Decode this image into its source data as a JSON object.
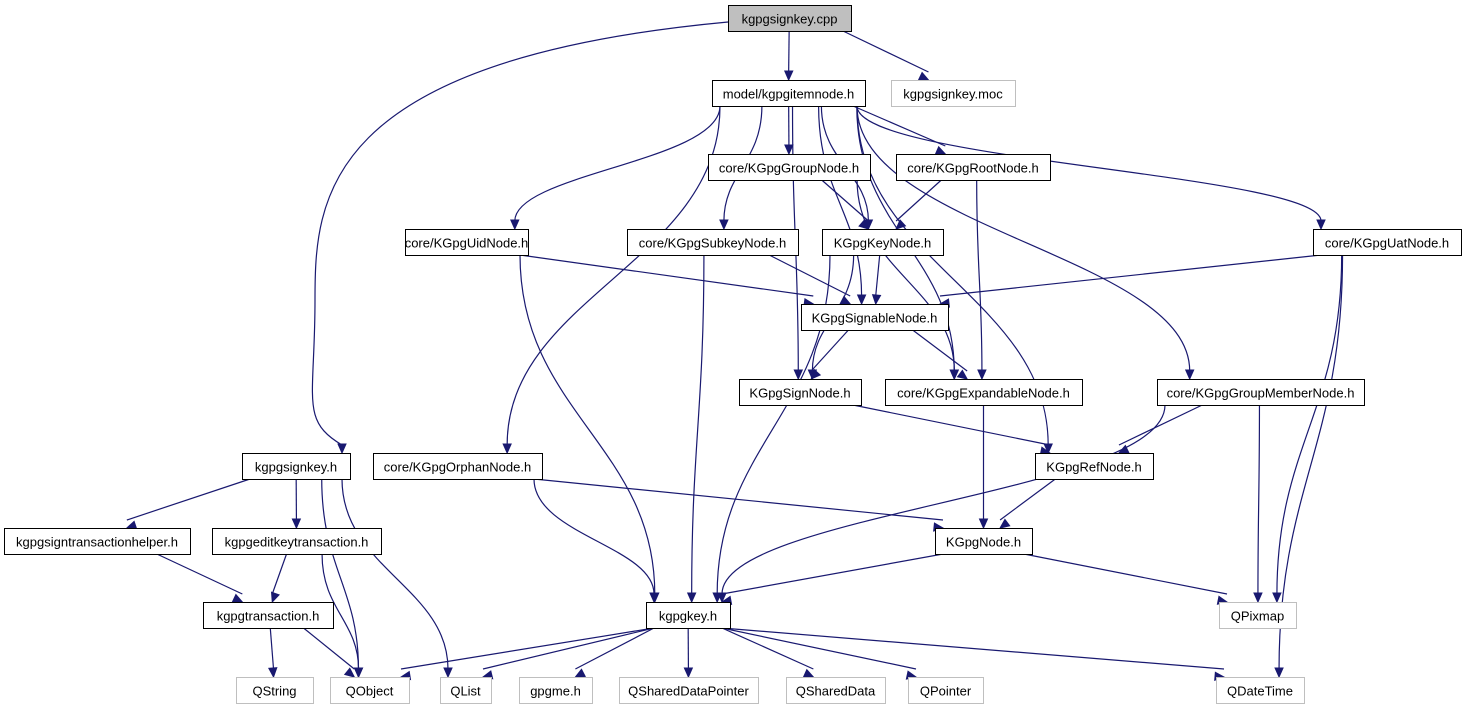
{
  "colors": {
    "edge": "#191970",
    "root_fill": "#bfbfbf",
    "external_border": "#bfbfbf",
    "node_border": "#000000"
  },
  "nodes": [
    {
      "id": "cpp",
      "label": "kgpgsignkey.cpp",
      "kind": "root"
    },
    {
      "id": "itemnode",
      "label": "model/kgpgitemnode.h",
      "kind": "local"
    },
    {
      "id": "moc",
      "label": "kgpgsignkey.moc",
      "kind": "external"
    },
    {
      "id": "groupnode",
      "label": "core/KGpgGroupNode.h",
      "kind": "local"
    },
    {
      "id": "rootnode",
      "label": "core/KGpgRootNode.h",
      "kind": "local"
    },
    {
      "id": "uidnode",
      "label": "core/KGpgUidNode.h",
      "kind": "local"
    },
    {
      "id": "subkeynode",
      "label": "core/KGpgSubkeyNode.h",
      "kind": "local"
    },
    {
      "id": "keynode",
      "label": "KGpgKeyNode.h",
      "kind": "local"
    },
    {
      "id": "uatnode",
      "label": "core/KGpgUatNode.h",
      "kind": "local"
    },
    {
      "id": "signablenode",
      "label": "KGpgSignableNode.h",
      "kind": "local"
    },
    {
      "id": "signnode",
      "label": "KGpgSignNode.h",
      "kind": "local"
    },
    {
      "id": "expandablenode",
      "label": "core/KGpgExpandableNode.h",
      "kind": "local"
    },
    {
      "id": "groupmembernode",
      "label": "core/KGpgGroupMemberNode.h",
      "kind": "local"
    },
    {
      "id": "signkeyh",
      "label": "kgpgsignkey.h",
      "kind": "local"
    },
    {
      "id": "orphannode",
      "label": "core/KGpgOrphanNode.h",
      "kind": "local"
    },
    {
      "id": "refnode",
      "label": "KGpgRefNode.h",
      "kind": "local"
    },
    {
      "id": "signhelper",
      "label": "kgpgsigntransactionhelper.h",
      "kind": "local"
    },
    {
      "id": "editkey",
      "label": "kgpgeditkeytransaction.h",
      "kind": "local"
    },
    {
      "id": "kgpgnode",
      "label": "KGpgNode.h",
      "kind": "local"
    },
    {
      "id": "transaction",
      "label": "kgpgtransaction.h",
      "kind": "local"
    },
    {
      "id": "kgpgkey",
      "label": "kgpgkey.h",
      "kind": "local"
    },
    {
      "id": "qpixmap",
      "label": "QPixmap",
      "kind": "external"
    },
    {
      "id": "qstring",
      "label": "QString",
      "kind": "external"
    },
    {
      "id": "qobject",
      "label": "QObject",
      "kind": "external"
    },
    {
      "id": "qlist",
      "label": "QList",
      "kind": "external"
    },
    {
      "id": "gpgme",
      "label": "gpgme.h",
      "kind": "external"
    },
    {
      "id": "qshareddatapointer",
      "label": "QSharedDataPointer",
      "kind": "external"
    },
    {
      "id": "qshareddata",
      "label": "QSharedData",
      "kind": "external"
    },
    {
      "id": "qpointer",
      "label": "QPointer",
      "kind": "external"
    },
    {
      "id": "qdatetime",
      "label": "QDateTime",
      "kind": "external"
    }
  ],
  "edges": [
    [
      "cpp",
      "itemnode"
    ],
    [
      "cpp",
      "moc"
    ],
    [
      "cpp",
      "signkeyh"
    ],
    [
      "itemnode",
      "groupnode"
    ],
    [
      "itemnode",
      "rootnode"
    ],
    [
      "itemnode",
      "uidnode"
    ],
    [
      "itemnode",
      "subkeynode"
    ],
    [
      "itemnode",
      "keynode"
    ],
    [
      "itemnode",
      "uatnode"
    ],
    [
      "itemnode",
      "signablenode"
    ],
    [
      "itemnode",
      "signnode"
    ],
    [
      "itemnode",
      "expandablenode"
    ],
    [
      "itemnode",
      "groupmembernode"
    ],
    [
      "itemnode",
      "orphannode"
    ],
    [
      "itemnode",
      "refnode"
    ],
    [
      "groupnode",
      "keynode"
    ],
    [
      "groupnode",
      "expandablenode"
    ],
    [
      "rootnode",
      "keynode"
    ],
    [
      "rootnode",
      "expandablenode"
    ],
    [
      "uidnode",
      "signablenode"
    ],
    [
      "uidnode",
      "kgpgkey"
    ],
    [
      "subkeynode",
      "signablenode"
    ],
    [
      "subkeynode",
      "kgpgkey"
    ],
    [
      "keynode",
      "signablenode"
    ],
    [
      "keynode",
      "signnode"
    ],
    [
      "keynode",
      "kgpgkey"
    ],
    [
      "uatnode",
      "signablenode"
    ],
    [
      "uatnode",
      "qpixmap"
    ],
    [
      "uatnode",
      "qdatetime"
    ],
    [
      "signablenode",
      "signnode"
    ],
    [
      "signablenode",
      "expandablenode"
    ],
    [
      "signnode",
      "refnode"
    ],
    [
      "expandablenode",
      "kgpgnode"
    ],
    [
      "groupmembernode",
      "refnode"
    ],
    [
      "groupmembernode",
      "kgpgkey"
    ],
    [
      "groupmembernode",
      "qpixmap"
    ],
    [
      "signkeyh",
      "signhelper"
    ],
    [
      "signkeyh",
      "editkey"
    ],
    [
      "signkeyh",
      "qobject"
    ],
    [
      "signkeyh",
      "qlist"
    ],
    [
      "orphannode",
      "kgpgkey"
    ],
    [
      "orphannode",
      "kgpgnode"
    ],
    [
      "refnode",
      "kgpgnode"
    ],
    [
      "signhelper",
      "transaction"
    ],
    [
      "editkey",
      "transaction"
    ],
    [
      "editkey",
      "qobject"
    ],
    [
      "kgpgnode",
      "kgpgkey"
    ],
    [
      "kgpgnode",
      "qpixmap"
    ],
    [
      "transaction",
      "qstring"
    ],
    [
      "transaction",
      "qobject"
    ],
    [
      "kgpgkey",
      "qobject"
    ],
    [
      "kgpgkey",
      "qlist"
    ],
    [
      "kgpgkey",
      "gpgme"
    ],
    [
      "kgpgkey",
      "qshareddatapointer"
    ],
    [
      "kgpgkey",
      "qshareddata"
    ],
    [
      "kgpgkey",
      "qpointer"
    ],
    [
      "kgpgkey",
      "qdatetime"
    ]
  ]
}
